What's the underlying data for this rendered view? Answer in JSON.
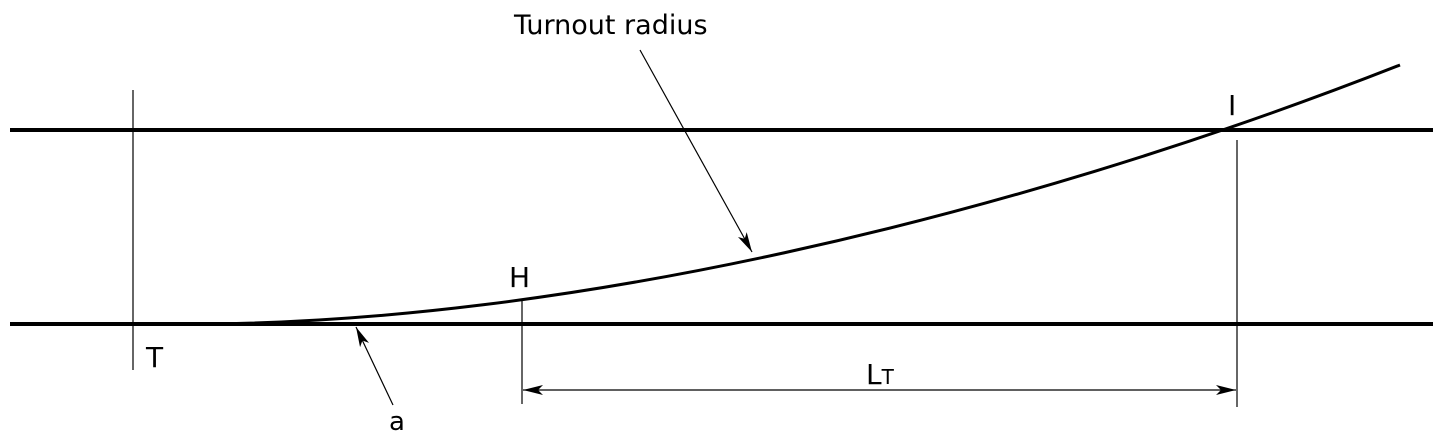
{
  "diagram": {
    "title_label": "Turnout radius",
    "points": {
      "T": "T",
      "H": "H",
      "I": "I",
      "a": "a"
    },
    "dimension": {
      "main": "L",
      "subscript": "T"
    },
    "colors": {
      "line": "#000000",
      "background": "#ffffff"
    }
  }
}
